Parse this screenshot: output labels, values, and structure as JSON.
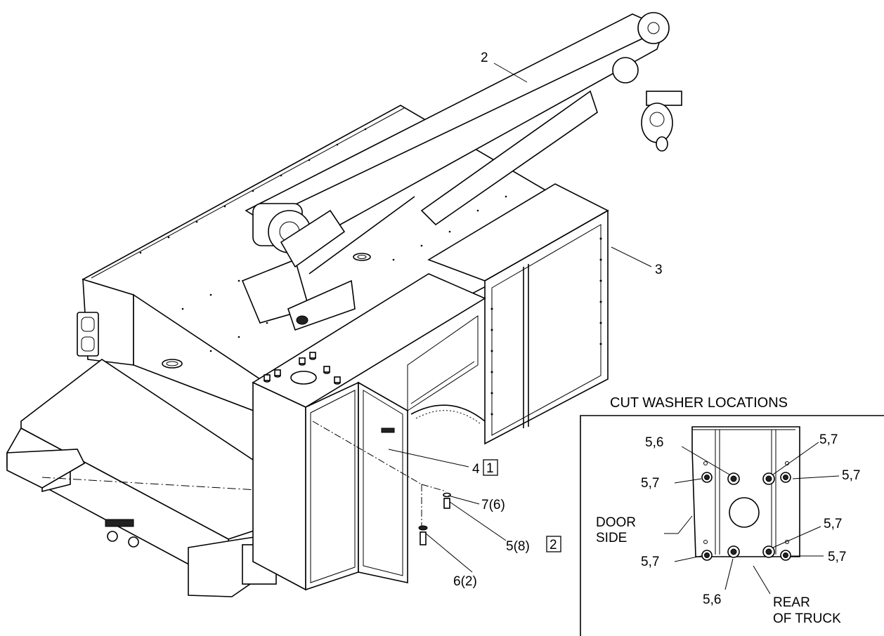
{
  "callouts": {
    "item_2": "2",
    "item_3": "3",
    "item_4": "4",
    "item_4_note": "1",
    "item_7": "7(6)",
    "item_5": "5(8)",
    "item_5_note": "2",
    "item_6": "6(2)"
  },
  "detail": {
    "title": "CUT WASHER LOCATIONS",
    "labels": {
      "top_left_inner": "5,6",
      "top_right_inner": "5,7",
      "top_right_outer": "5,7",
      "top_left_outer": "5,7",
      "bottom_right_inner": "5,7",
      "bottom_right_outer": "5,7",
      "bottom_left_outer": "5,7",
      "bottom_left_inner": "5,6"
    },
    "door_side_1": "DOOR",
    "door_side_2": "SIDE",
    "rear_1": "REAR",
    "rear_2": "OF TRUCK"
  }
}
